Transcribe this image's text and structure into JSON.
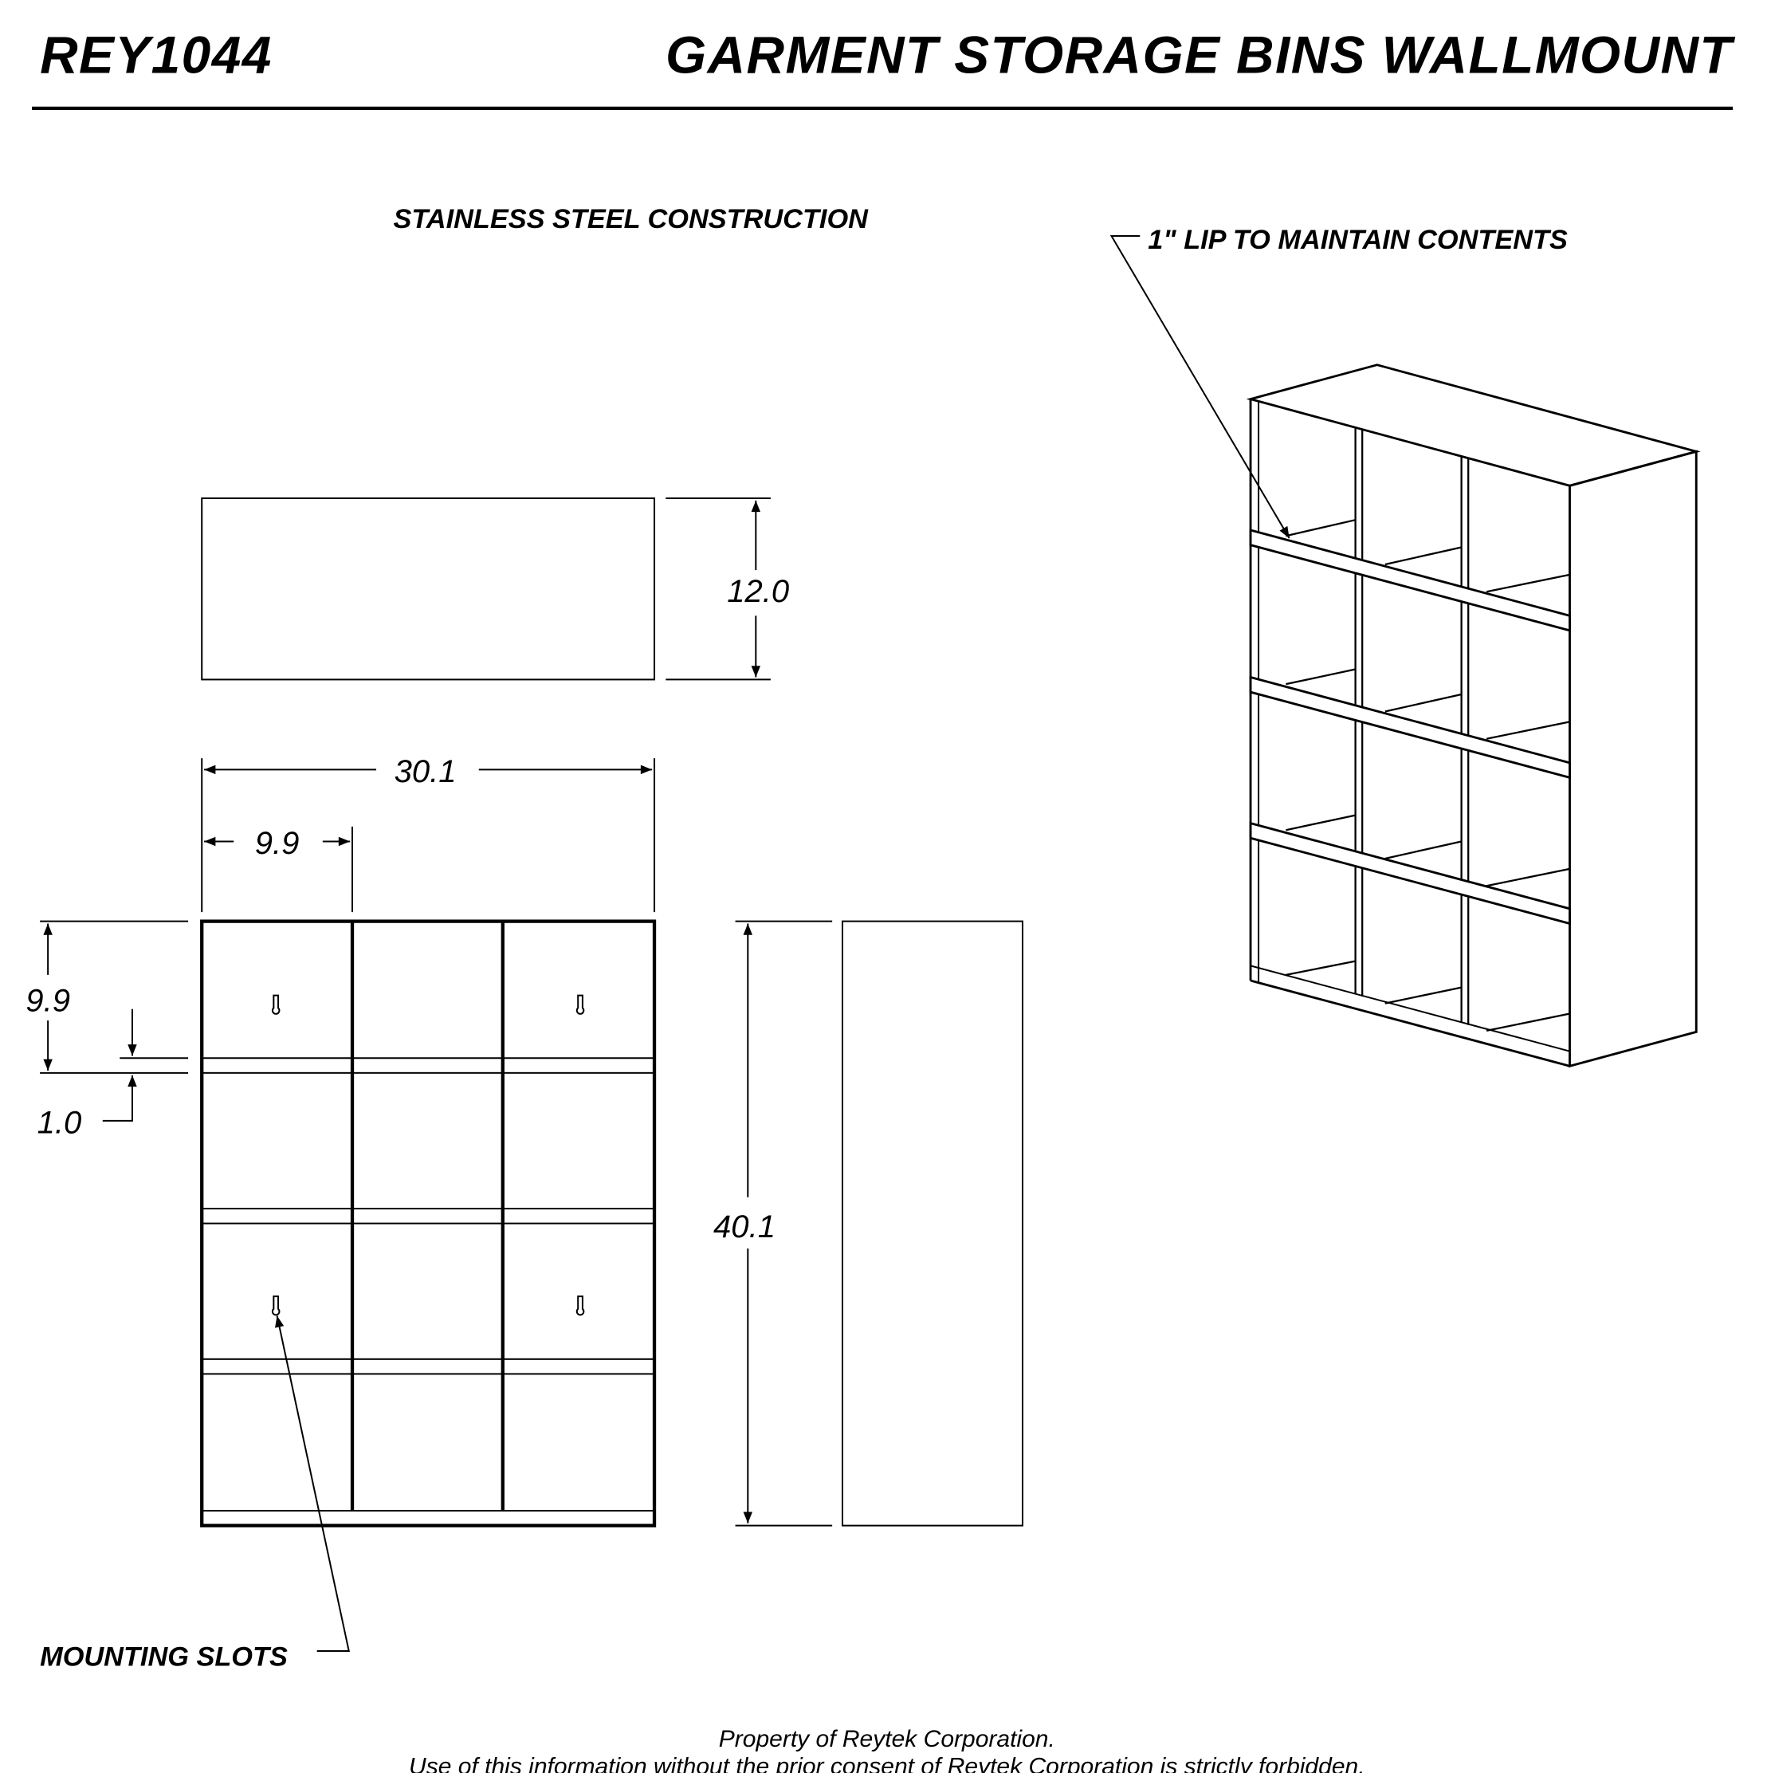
{
  "header": {
    "part_number": "REY1044",
    "title": "GARMENT STORAGE BINS WALLMOUNT"
  },
  "notes": {
    "material": "STAINLESS STEEL CONSTRUCTION",
    "lip": "1\" LIP TO MAINTAIN CONTENTS",
    "mounting": "MOUNTING SLOTS"
  },
  "dimensions": {
    "depth": "12.0",
    "width": "30.1",
    "bin_width": "9.9",
    "bin_height": "9.9",
    "lip_height": "1.0",
    "height": "40.1"
  },
  "footer": {
    "line1": "Property of Reytek Corporation.",
    "line2": "Use of this information without the prior consent of Reytek Corporation is strictly forbidden."
  }
}
